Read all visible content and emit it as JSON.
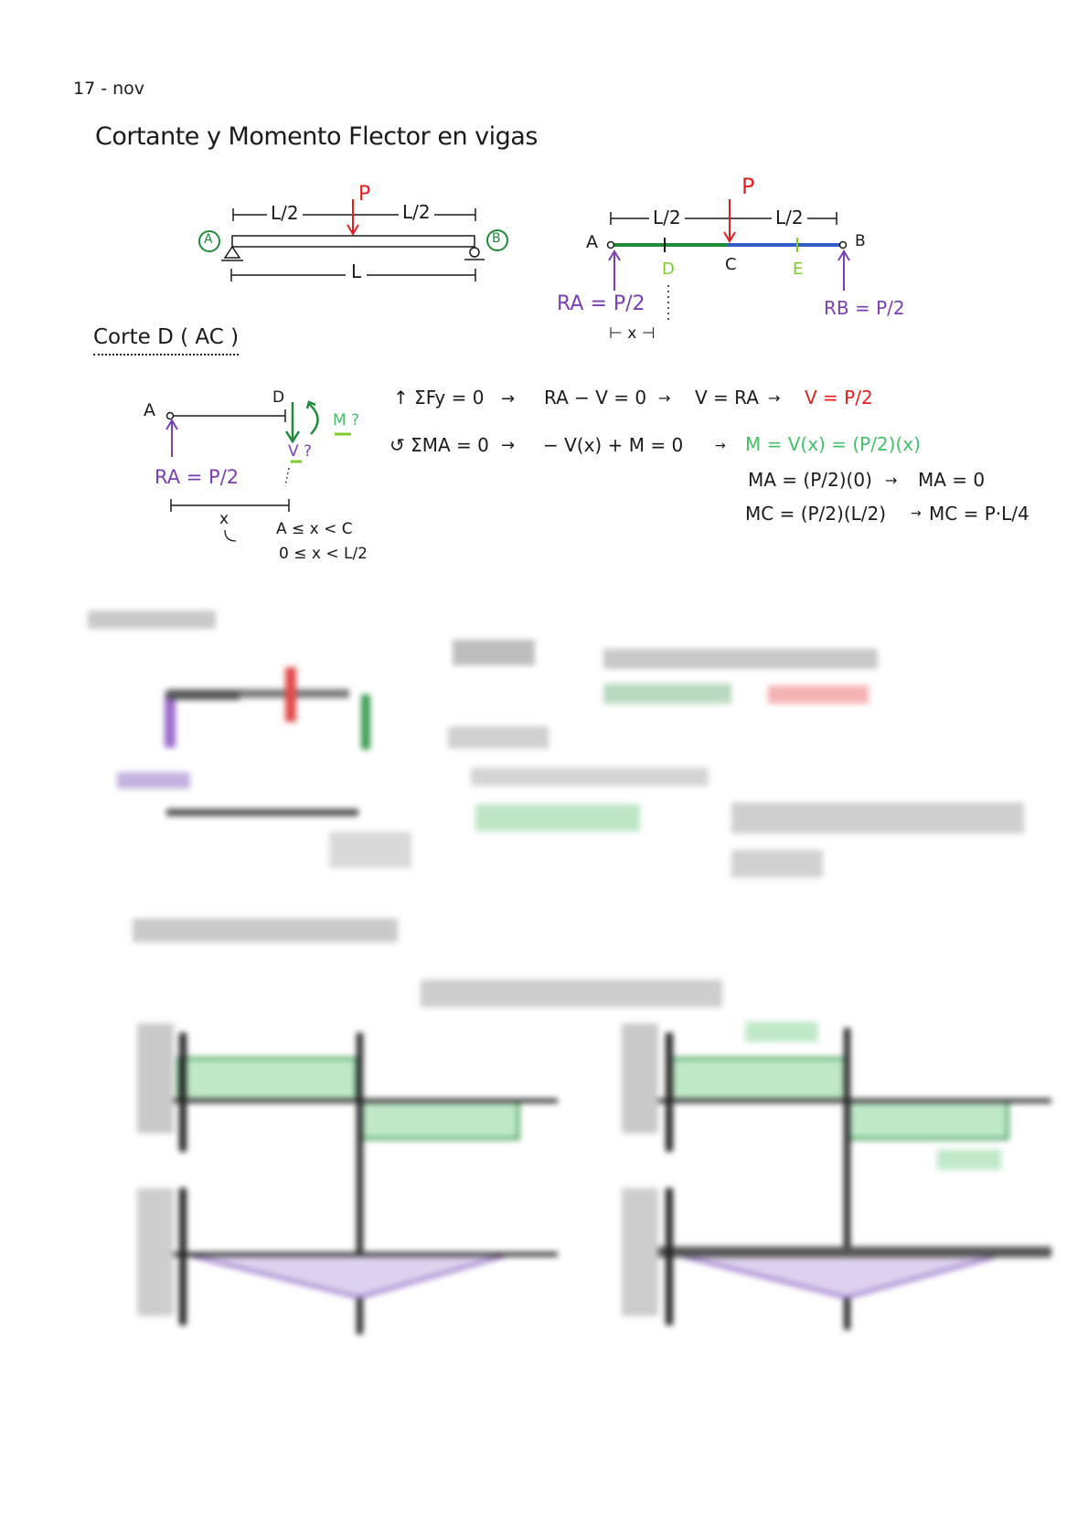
{
  "date": "17 - nov",
  "title": "Cortante y Momento Flector en vigas",
  "beam1": {
    "left_half": "L/2",
    "right_half": "L/2",
    "load": "P",
    "support_a": "A",
    "support_b": "B",
    "length": "L"
  },
  "beam2": {
    "point_a": "A",
    "point_b": "B",
    "point_c": "C",
    "point_d": "D",
    "point_e": "E",
    "left_half": "L/2",
    "right_half": "L/2",
    "load": "P",
    "reaction_a": "RA = P/2",
    "reaction_b": "RB = P/2",
    "x_label": "⊢ x ⊣"
  },
  "cut_d": {
    "heading": "Corte D ( AC )",
    "point_a": "A",
    "point_d": "D",
    "moment": "M ?",
    "shear": "V ?",
    "reaction": "RA = P/2",
    "x": "x",
    "range1": "A ≤ x < C",
    "range2": "0 ≤ x < L/2"
  },
  "equations": {
    "sum_fy": "↑ ΣFy = 0",
    "fy_step1": "RA − V = 0",
    "fy_step2": "V = RA",
    "fy_result": "V = P/2",
    "sum_ma": "↺ ΣMA = 0",
    "ma_step1": "− V(x) + M = 0",
    "ma_result": "M = V(x) = (P/2)(x)",
    "ma_at_a": "MA = (P/2)(0)",
    "ma_at_a_result": "MA = 0",
    "mc_at_c": "MC = (P/2)(L/2)",
    "mc_at_c_result": "MC = P·L/4",
    "arrow": "→"
  },
  "arrows": "→",
  "colors": {
    "ink": "#1a1a1a",
    "red": "#e02020",
    "purple": "#7a3fb5",
    "green": "#1f8a3a",
    "lime": "#7ccc2a",
    "blue": "#2f5fc4",
    "fill_green": "#d8f2dc",
    "fill_purple": "#e6ddf2"
  }
}
